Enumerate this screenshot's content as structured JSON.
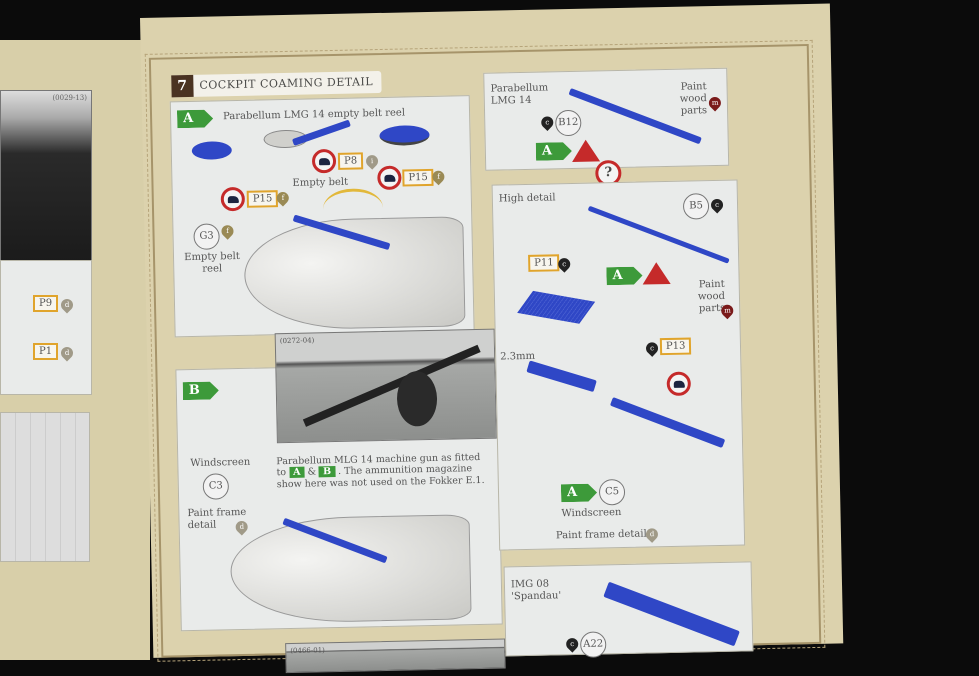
{
  "left_page": {
    "photo_ref": "(0029-13)",
    "parts": [
      {
        "part": "P9",
        "paint": "d"
      },
      {
        "part": "P1",
        "paint": "d"
      }
    ]
  },
  "step": {
    "number": "7",
    "title": "COCKPIT COAMING DETAIL"
  },
  "panel_a": {
    "tag": "A",
    "title": "Parabellum LMG 14 empty belt reel",
    "parts": [
      {
        "part": "P15",
        "paint": "f"
      },
      {
        "part": "P8",
        "paint": "i"
      },
      {
        "part": "P15",
        "paint": "f"
      },
      {
        "part": "G3",
        "paint": "f"
      }
    ],
    "label_empty_belt": "Empty belt",
    "label_empty_belt_reel": "Empty belt reel"
  },
  "panel_b": {
    "tag": "B",
    "photo_ref": "(0272-04)",
    "caption_1": "Parabellum MLG 14 machine gun as fitted to",
    "tag_a": "A",
    "caption_2": "&",
    "tag_b": "B",
    "caption_3": ". The ammunition magazine show here was not used on the Fokker E.1.",
    "windscreen_label": "Windscreen",
    "windscreen_part": "C3",
    "paint_frame_label": "Paint frame detail",
    "paint_frame_code": "d"
  },
  "panel_lmg": {
    "title": "Parabellum LMG 14",
    "part": "B12",
    "paint": "c",
    "tag": "A",
    "paint_wood": "Paint wood parts",
    "paint_wood_code": "m"
  },
  "question_mark": "?",
  "panel_high": {
    "title": "High detail",
    "part_b5": "B5",
    "paint_b5": "c",
    "part_p11": "P11",
    "paint_p11": "c",
    "tag": "A",
    "paint_wood": "Paint wood parts",
    "paint_wood_code": "m",
    "dim_label": "2.3mm",
    "part_p13": "P13",
    "paint_p13": "c",
    "windscreen_tag": "A",
    "windscreen_part": "C5",
    "windscreen_label": "Windscreen",
    "paint_frame_label": "Paint frame detail",
    "paint_frame_code": "d"
  },
  "panel_img08": {
    "title_1": "IMG 08",
    "title_2": "'Spandau'",
    "part": "A22",
    "paint": "c"
  },
  "bottom_photo_ref": "(0466-01)"
}
